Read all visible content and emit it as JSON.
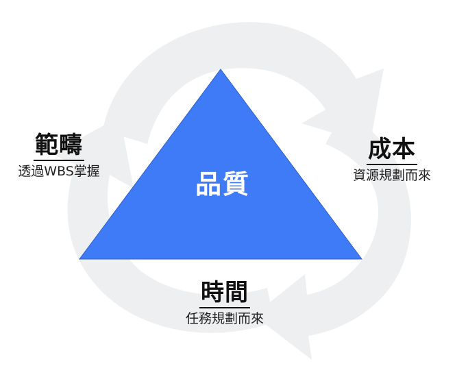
{
  "diagram": {
    "center": {
      "label": "品質"
    },
    "nodes": [
      {
        "id": "scope",
        "title": "範疇",
        "subtitle": "透過WBS掌握"
      },
      {
        "id": "cost",
        "title": "成本",
        "subtitle": "資源規劃而來"
      },
      {
        "id": "time",
        "title": "時間",
        "subtitle": "任務規劃而來"
      }
    ],
    "colors": {
      "triangle_fill": "#3f7af7",
      "triangle_stroke": "#2f5fcc",
      "cycle_arrows": "#eeeff0",
      "text": "#111111"
    },
    "icons": {
      "background": "recycle-cycle-arrows-icon"
    }
  }
}
